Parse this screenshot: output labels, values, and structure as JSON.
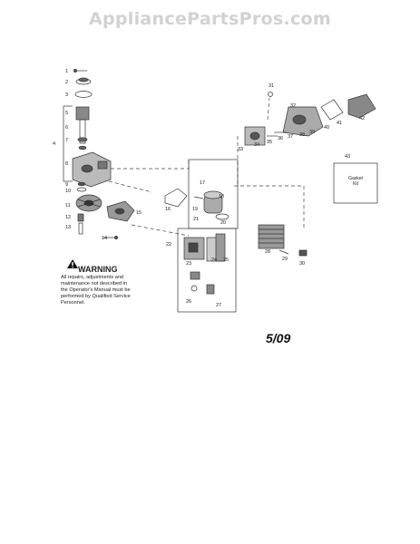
{
  "watermark": "AppliancePartsPros.com",
  "warning": {
    "title": "WARNING",
    "body": "All repairs, adjustments and\nmaintenance not described in\nthe Operator's Manual must be\nperformed by Qualified Service\nPersonnel."
  },
  "date_code": "5/09",
  "gasket_kit_label": "Gasket\nKit",
  "callouts": [
    "1",
    "2",
    "3",
    "4",
    "5",
    "6",
    "7",
    "8",
    "9",
    "10",
    "11",
    "12",
    "13",
    "14",
    "15",
    "16",
    "17",
    "18",
    "19",
    "20",
    "21",
    "22",
    "23",
    "24",
    "25",
    "26",
    "27",
    "28",
    "29",
    "30",
    "31",
    "32",
    "33",
    "34",
    "35",
    "36",
    "37",
    "38",
    "39",
    "40",
    "41",
    "42",
    "43"
  ]
}
